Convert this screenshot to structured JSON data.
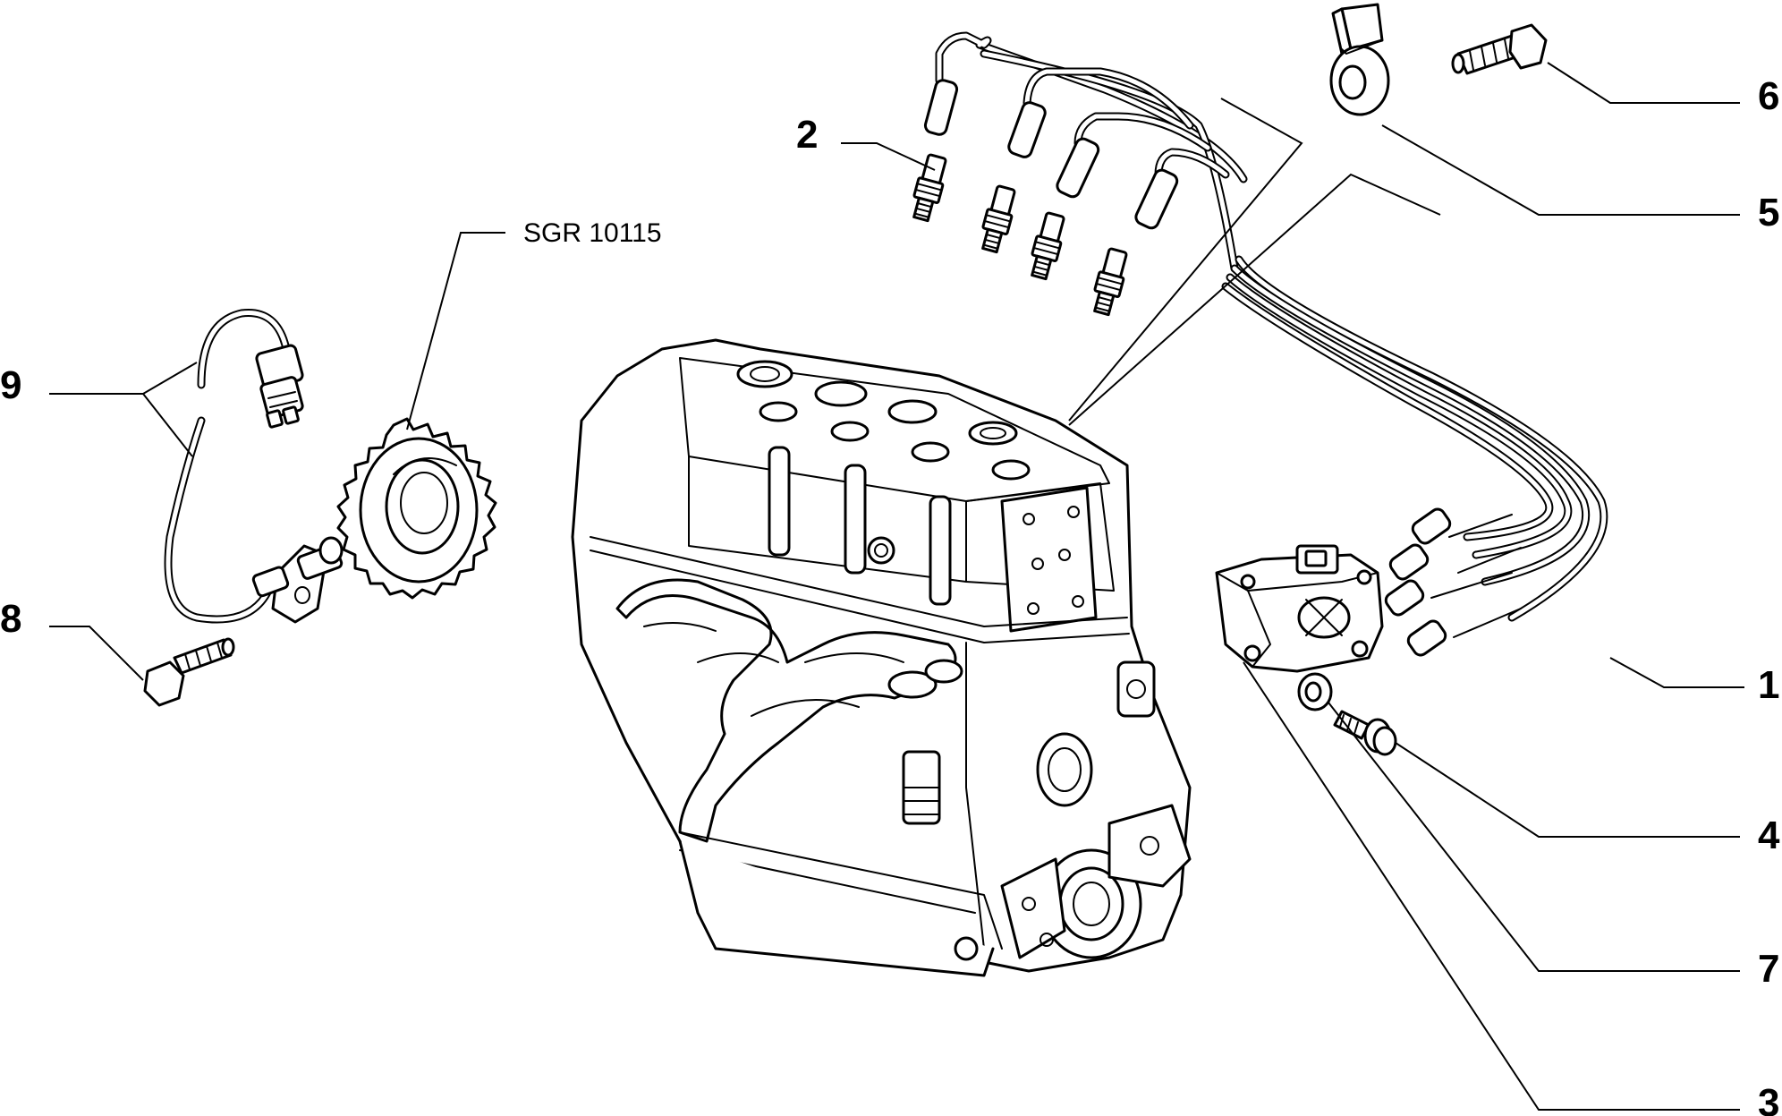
{
  "figure": {
    "reference_code": "SGR 10115",
    "callouts": [
      {
        "id": "1",
        "label": "1"
      },
      {
        "id": "2",
        "label": "2"
      },
      {
        "id": "3",
        "label": "3"
      },
      {
        "id": "4",
        "label": "4"
      },
      {
        "id": "5",
        "label": "5"
      },
      {
        "id": "6",
        "label": "6"
      },
      {
        "id": "7",
        "label": "7"
      },
      {
        "id": "8",
        "label": "8"
      },
      {
        "id": "9",
        "label": "9"
      }
    ]
  }
}
